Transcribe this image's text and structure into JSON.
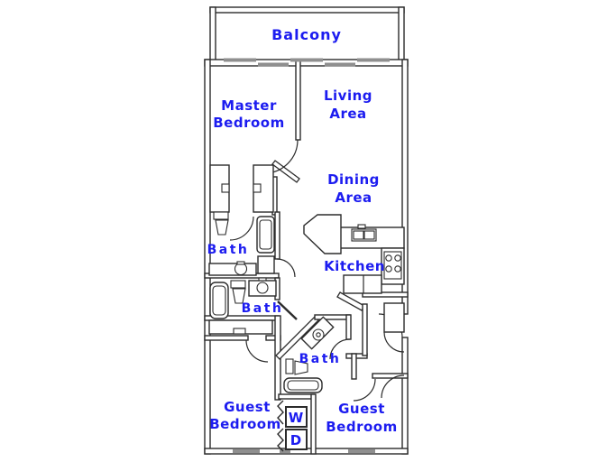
{
  "colors": {
    "label": "#1c1cf0",
    "wall": "#2b2b2b",
    "window_glass": "#8f8f8f",
    "background": "#ffffff"
  },
  "labels": {
    "balcony": "Balcony",
    "master_bedroom": {
      "line1": "Master",
      "line2": "Bedroom"
    },
    "living_area": {
      "line1": "Living",
      "line2": "Area"
    },
    "dining_area": {
      "line1": "Dining",
      "line2": "Area"
    },
    "kitchen": "Kitchen",
    "bath_master": "Bath",
    "bath_hall": "Bath",
    "bath_guest": "Bath",
    "guest_bedroom_left": {
      "line1": "Guest",
      "line2": "Bedroom"
    },
    "guest_bedroom_right": {
      "line1": "Guest",
      "line2": "Bedroom"
    },
    "washer": "W",
    "dryer": "D"
  }
}
